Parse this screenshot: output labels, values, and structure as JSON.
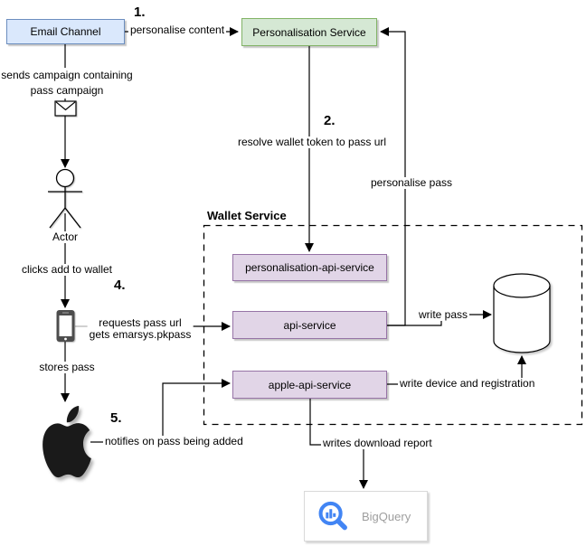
{
  "diagram": {
    "title_implicit": "wallet pass personalisation flow",
    "steps": {
      "s1": "1.",
      "s2": "2.",
      "s4": "4.",
      "s5": "5."
    },
    "nodes": {
      "email_channel": "Email Channel",
      "personalisation_service": "Personalisation Service",
      "wallet_service_group": "Wallet Service",
      "personalisation_api_service": "personalisation-api-service",
      "api_service": "api-service",
      "apple_api_service": "apple-api-service",
      "actor": "Actor",
      "bigquery": "BigQuery"
    },
    "edges": {
      "personalise_content": "personalise content",
      "sends_campaign_line1": "sends campaign containing",
      "sends_campaign_line2": "pass campaign",
      "resolve_wallet_token": "resolve wallet token to pass url",
      "personalise_pass": "personalise pass",
      "clicks_add_to_wallet": "clicks add to wallet",
      "requests_pass_line1": "requests pass url",
      "requests_pass_line2": "gets emarsys.pkpass",
      "stores_pass": "stores pass",
      "notifies_on_pass": "notifies on pass being added",
      "write_pass": "write pass",
      "write_device_and_registration": "write device and registration",
      "writes_download_report": "writes download report"
    },
    "icons": {
      "envelope": "envelope-icon",
      "actor": "actor-stick-figure-icon",
      "phone": "smartphone-icon",
      "apple": "apple-logo-icon",
      "database": "database-cylinder-icon",
      "bigquery": "bigquery-magnifier-icon"
    },
    "colors": {
      "email_fill": "#dae8fc",
      "email_stroke": "#6c8ebf",
      "service_fill": "#d5e8d4",
      "service_stroke": "#82b366",
      "api_fill": "#e1d5e7",
      "api_stroke": "#9673a6",
      "bigquery_blue": "#4285f4",
      "bigquery_text": "#9e9e9e",
      "line": "#000000",
      "phone_body": "#4d4d4d"
    }
  }
}
